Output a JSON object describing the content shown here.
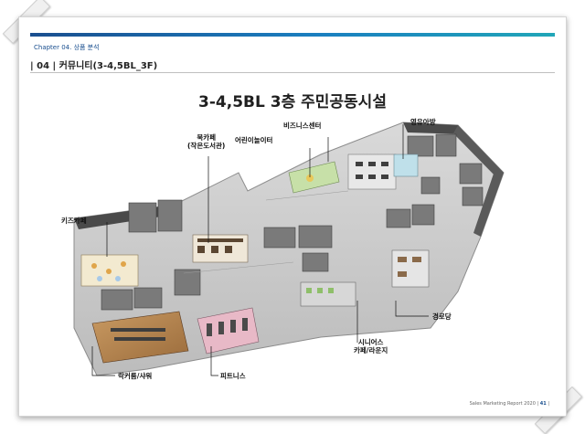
{
  "header": {
    "chapter": "Chapter 04. 상품 분석",
    "section": "| 04 | 커뮤니티(3-4,5BL_3F)"
  },
  "title": "3-4,5BL 3층 주민공동시설",
  "labels": {
    "book_cafe": "북카페\n(작은도서관)",
    "business_center": "비즈니스센터",
    "kids_center": "어린이놀이터",
    "infant_room": "영유아방",
    "kids_cafe": "키즈카페",
    "reading_room": "경로당",
    "senior_cafe": "시니어스\n카페/라운지",
    "locker_shower": "락커룸/샤워",
    "fitness": "피트니스"
  },
  "footer": {
    "text": "Sales Marketing Report 2020",
    "page": "41"
  }
}
